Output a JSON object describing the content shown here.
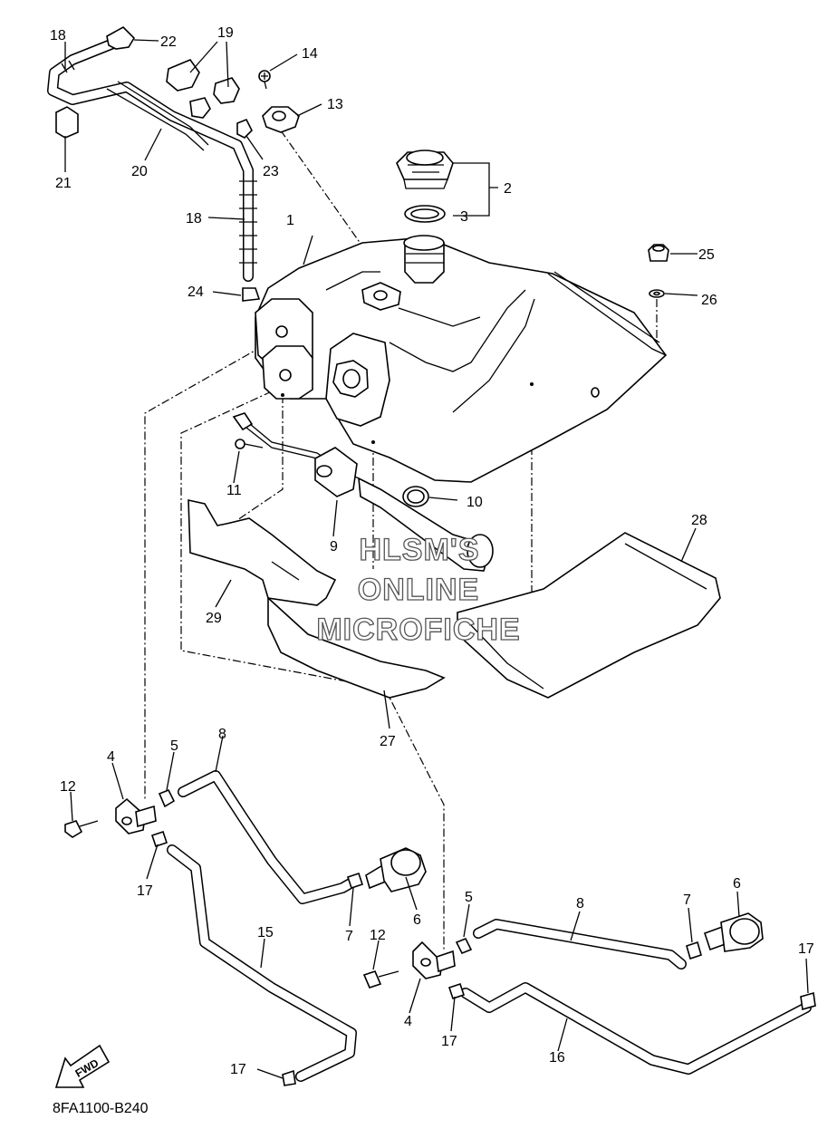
{
  "callouts": [
    {
      "n": "1"
    },
    {
      "n": "2"
    },
    {
      "n": "3"
    },
    {
      "n": "4"
    },
    {
      "n": "4"
    },
    {
      "n": "5"
    },
    {
      "n": "5"
    },
    {
      "n": "6"
    },
    {
      "n": "6"
    },
    {
      "n": "7"
    },
    {
      "n": "7"
    },
    {
      "n": "8"
    },
    {
      "n": "8"
    },
    {
      "n": "9"
    },
    {
      "n": "10"
    },
    {
      "n": "11"
    },
    {
      "n": "12"
    },
    {
      "n": "12"
    },
    {
      "n": "13"
    },
    {
      "n": "14"
    },
    {
      "n": "15"
    },
    {
      "n": "16"
    },
    {
      "n": "17"
    },
    {
      "n": "17"
    },
    {
      "n": "17"
    },
    {
      "n": "17"
    },
    {
      "n": "18"
    },
    {
      "n": "18"
    },
    {
      "n": "19"
    },
    {
      "n": "20"
    },
    {
      "n": "21"
    },
    {
      "n": "22"
    },
    {
      "n": "23"
    },
    {
      "n": "24"
    },
    {
      "n": "25"
    },
    {
      "n": "26"
    },
    {
      "n": "27"
    },
    {
      "n": "28"
    },
    {
      "n": "29"
    }
  ],
  "watermark": {
    "line1": "HLSM'S",
    "line2": "ONLINE",
    "line3": "MICROFICHE"
  },
  "fwd_label": "FWD",
  "diagram_code": "8FA1100-B240"
}
